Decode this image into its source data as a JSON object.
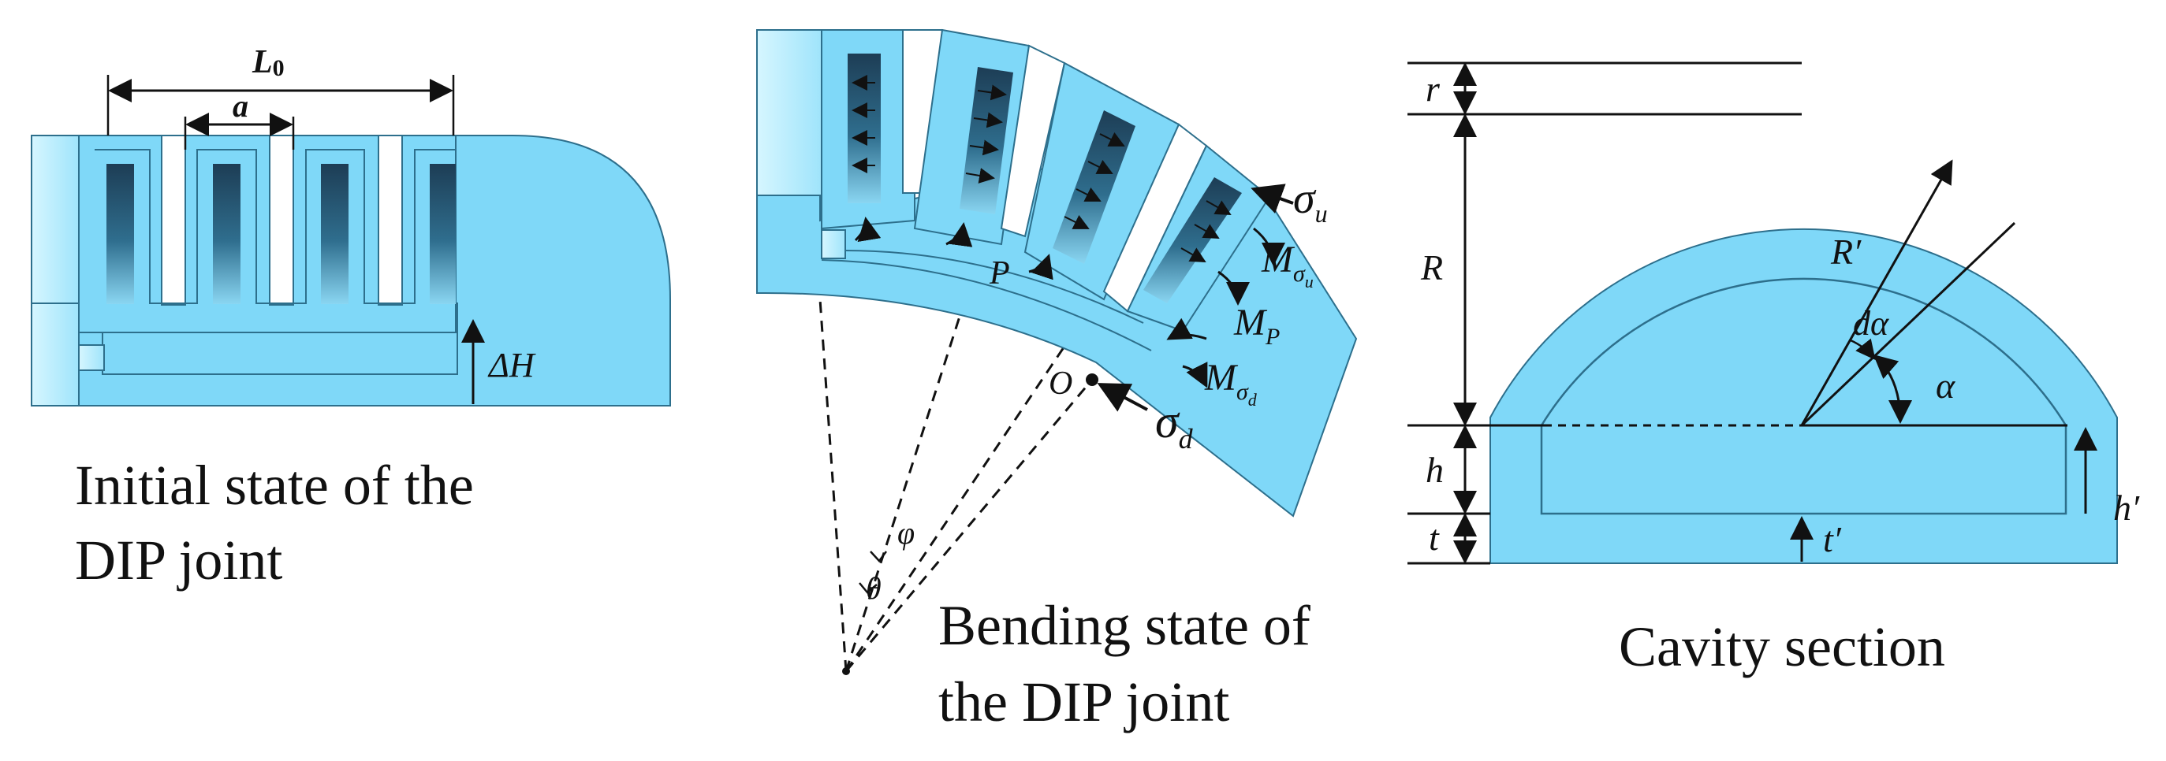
{
  "colors": {
    "body_fill": "#7fd8f8",
    "body_fill_light": "#aee9fc",
    "chamber_dark": "#1d3d55",
    "outline": "#2d6f8c",
    "ink": "#111111"
  },
  "panel_initial": {
    "label_L0": "L",
    "label_L0_sub": "0",
    "label_a": "a",
    "label_dH": "ΔH",
    "caption_line1": "Initial state of the",
    "caption_line2": "DIP joint"
  },
  "panel_bending": {
    "sigma_u": "σ",
    "sigma_u_sub": "u",
    "M_sigma_u": "M",
    "M_sigma_u_sub": "σ",
    "M_sigma_u_subsub": "u",
    "M_P": "M",
    "M_P_sub": "P",
    "M_sigma_d": "M",
    "M_sigma_d_sub": "σ",
    "M_sigma_d_subsub": "d",
    "sigma_d": "σ",
    "sigma_d_sub": "d",
    "label_P": "P",
    "label_O": "O",
    "label_phi": "φ",
    "label_theta": "θ",
    "caption_line1": "Bending state of",
    "caption_line2": "the DIP joint"
  },
  "panel_cavity": {
    "label_r": "r",
    "label_R": "R",
    "label_Rprime": "R′",
    "label_dalpha": "dα",
    "label_alpha": "α",
    "label_h": "h",
    "label_t": "t",
    "label_tprime": "t′",
    "label_hprime": "h′",
    "caption": "Cavity section"
  }
}
